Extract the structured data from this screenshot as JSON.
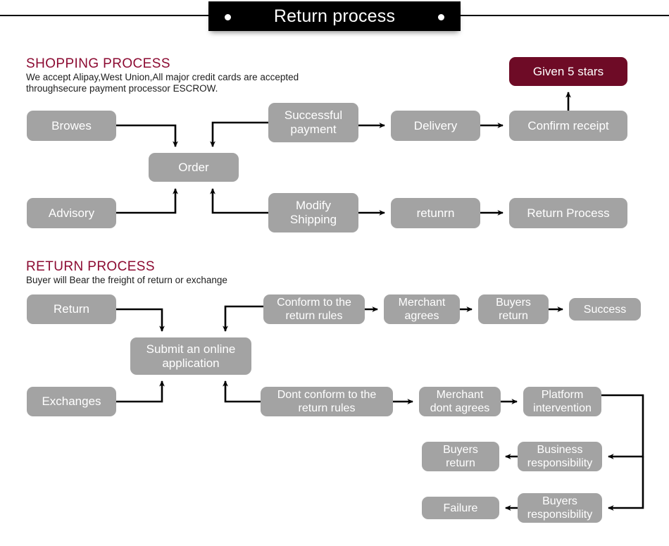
{
  "header": {
    "title": "Return process",
    "dot_left": "bullet-dot",
    "dot_right": "bullet-dot"
  },
  "sections": [
    {
      "id": "shopping",
      "title": "SHOPPING PROCESS",
      "subtitle": "We accept Alipay,West Union,All major credit cards are accepted\nthroughsecure payment processor ESCROW."
    },
    {
      "id": "return",
      "title": "RETURN PROCESS",
      "subtitle": "Buyer will Bear the freight of return or exchange"
    }
  ],
  "colors": {
    "node_gray": "#a3a3a3",
    "accent_maroon": "#6e0b26",
    "heading_maroon": "#8c0b32",
    "banner_black": "#000000",
    "node_text": "#ffffff",
    "wire": "#000000"
  },
  "nodes": {
    "browes": "Browes",
    "order": "Order",
    "successful_payment": "Successful\npayment",
    "delivery": "Delivery",
    "confirm_receipt": "Confirm receipt",
    "given_5_stars": "Given 5 stars",
    "advisory": "Advisory",
    "modify_shipping": "Modify\nShipping",
    "retunrn": "retunrn",
    "return_process": "Return Process",
    "return": "Return",
    "submit_online_application": "Submit an online\napplication",
    "conform_rules": "Conform to the\nreturn rules",
    "merchant_agrees": "Merchant\nagrees",
    "buyers_return_top": "Buyers\nreturn",
    "success": "Success",
    "exchanges": "Exchanges",
    "dont_conform_rules": "Dont conform to the\nreturn rules",
    "merchant_dont_agrees": "Merchant\ndont agrees",
    "platform_intervention": "Platform\nintervention",
    "business_responsibility": "Business\nresponsibility",
    "buyers_return_mid": "Buyers\nreturn",
    "buyers_responsibility": "Buyers\nresponsibility",
    "failure": "Failure"
  }
}
